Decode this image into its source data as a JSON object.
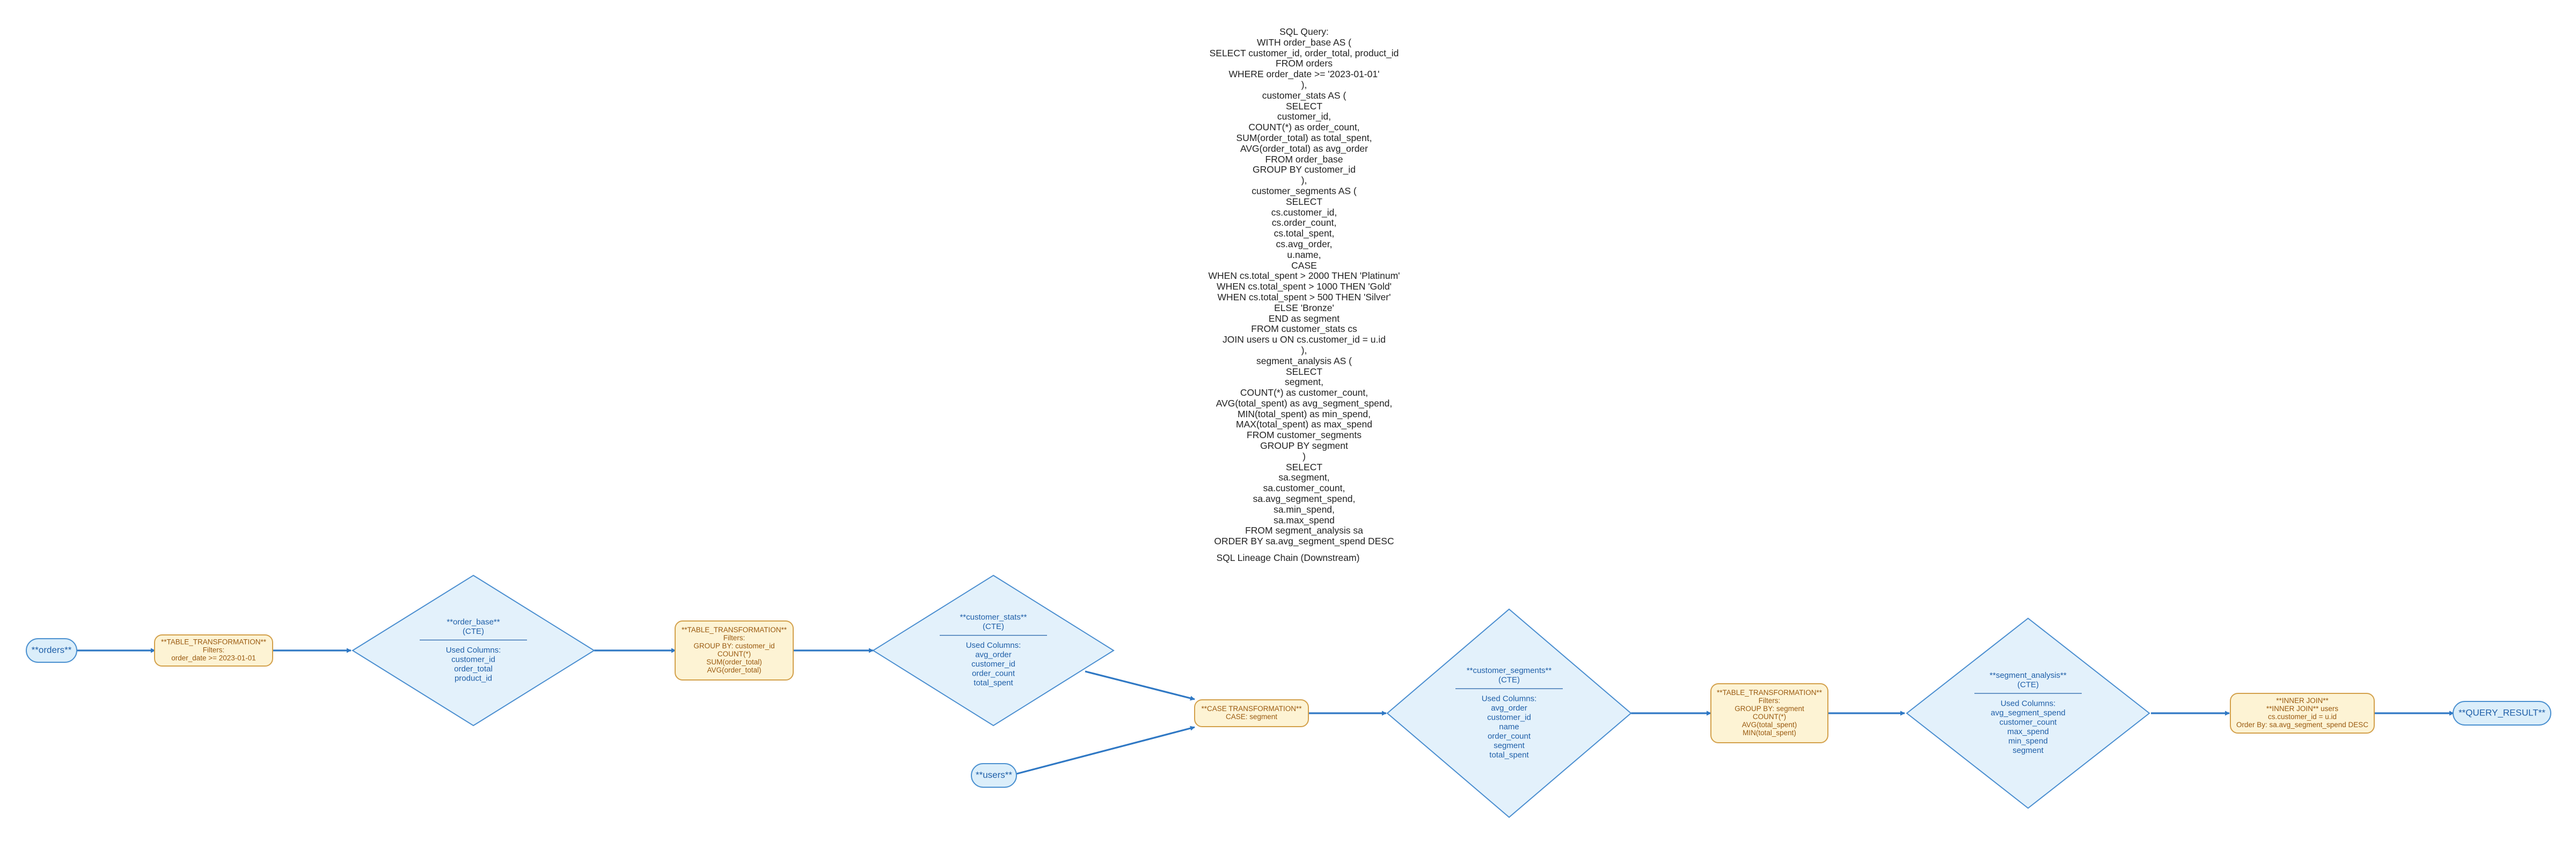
{
  "sql": {
    "lines": [
      "SQL Query:",
      "WITH order_base AS (",
      "SELECT customer_id, order_total, product_id",
      "FROM orders",
      "WHERE order_date >= '2023-01-01'",
      "),",
      "customer_stats AS (",
      "SELECT",
      "customer_id,",
      "COUNT(*) as order_count,",
      "SUM(order_total) as total_spent,",
      "AVG(order_total) as avg_order",
      "FROM order_base",
      "GROUP BY customer_id",
      "),",
      "customer_segments AS (",
      "SELECT",
      "cs.customer_id,",
      "cs.order_count,",
      "cs.total_spent,",
      "cs.avg_order,",
      "u.name,",
      "CASE",
      "WHEN cs.total_spent > 2000 THEN 'Platinum'",
      "WHEN cs.total_spent > 1000 THEN 'Gold'",
      "WHEN cs.total_spent > 500 THEN 'Silver'",
      "ELSE 'Bronze'",
      "END as segment",
      "FROM customer_stats cs",
      "JOIN users u ON cs.customer_id = u.id",
      "),",
      "segment_analysis AS (",
      "SELECT",
      "segment,",
      "COUNT(*) as customer_count,",
      "AVG(total_spent) as avg_segment_spend,",
      "MIN(total_spent) as min_spend,",
      "MAX(total_spent) as max_spend",
      "FROM customer_segments",
      "GROUP BY segment",
      ")",
      "SELECT",
      "sa.segment,",
      "sa.customer_count,",
      "sa.avg_segment_spend,",
      "sa.min_spend,",
      "sa.max_spend",
      "FROM segment_analysis sa",
      "ORDER BY sa.avg_segment_spend DESC"
    ],
    "lineage_title": "SQL Lineage Chain (Downstream)"
  },
  "colors": {
    "table_fill": "#dbeefa",
    "table_stroke": "#4a90d0",
    "table_text": "#1f5fa8",
    "transform_fill": "#fdf3d4",
    "transform_stroke": "#d3a04a",
    "transform_text": "#9a5a10",
    "cte_fill": "#e3f1fb",
    "cte_stroke": "#4a8ed0",
    "cte_text": "#1f5fa8",
    "edge": "#2f78c4"
  },
  "nodes": {
    "orders": {
      "label": "**orders**"
    },
    "tt1": {
      "lines": [
        "**TABLE_TRANSFORMATION**",
        "Filters:",
        "order_date >= 2023-01-01"
      ]
    },
    "order_base": {
      "title": [
        "**order_base**",
        "(CTE)"
      ],
      "body": [
        "Used Columns:",
        "customer_id",
        "order_total",
        "product_id"
      ]
    },
    "tt2": {
      "lines": [
        "**TABLE_TRANSFORMATION**",
        "Filters:",
        "GROUP BY: customer_id",
        "COUNT(*)",
        "SUM(order_total)",
        "AVG(order_total)"
      ]
    },
    "customer_stats": {
      "title": [
        "**customer_stats**",
        "(CTE)"
      ],
      "body": [
        "Used Columns:",
        "avg_order",
        "customer_id",
        "order_count",
        "total_spent"
      ]
    },
    "users": {
      "label": "**users**"
    },
    "case_tr": {
      "lines": [
        "**CASE TRANSFORMATION**",
        "CASE: segment"
      ]
    },
    "customer_segments": {
      "title": [
        "**customer_segments**",
        "(CTE)"
      ],
      "body": [
        "Used Columns:",
        "avg_order",
        "customer_id",
        "name",
        "order_count",
        "segment",
        "total_spent"
      ]
    },
    "tt3": {
      "lines": [
        "**TABLE_TRANSFORMATION**",
        "Filters:",
        "GROUP BY: segment",
        "COUNT(*)",
        "AVG(total_spent)",
        "MIN(total_spent)"
      ]
    },
    "segment_analysis": {
      "title": [
        "**segment_analysis**",
        "(CTE)"
      ],
      "body": [
        "Used Columns:",
        "avg_segment_spend",
        "customer_count",
        "max_spend",
        "min_spend",
        "segment"
      ]
    },
    "join": {
      "lines": [
        "**INNER JOIN**",
        "**INNER JOIN** users",
        "cs.customer_id = u.id",
        "Order By: sa.avg_segment_spend DESC"
      ]
    },
    "result": {
      "label": "**QUERY_RESULT**"
    }
  }
}
